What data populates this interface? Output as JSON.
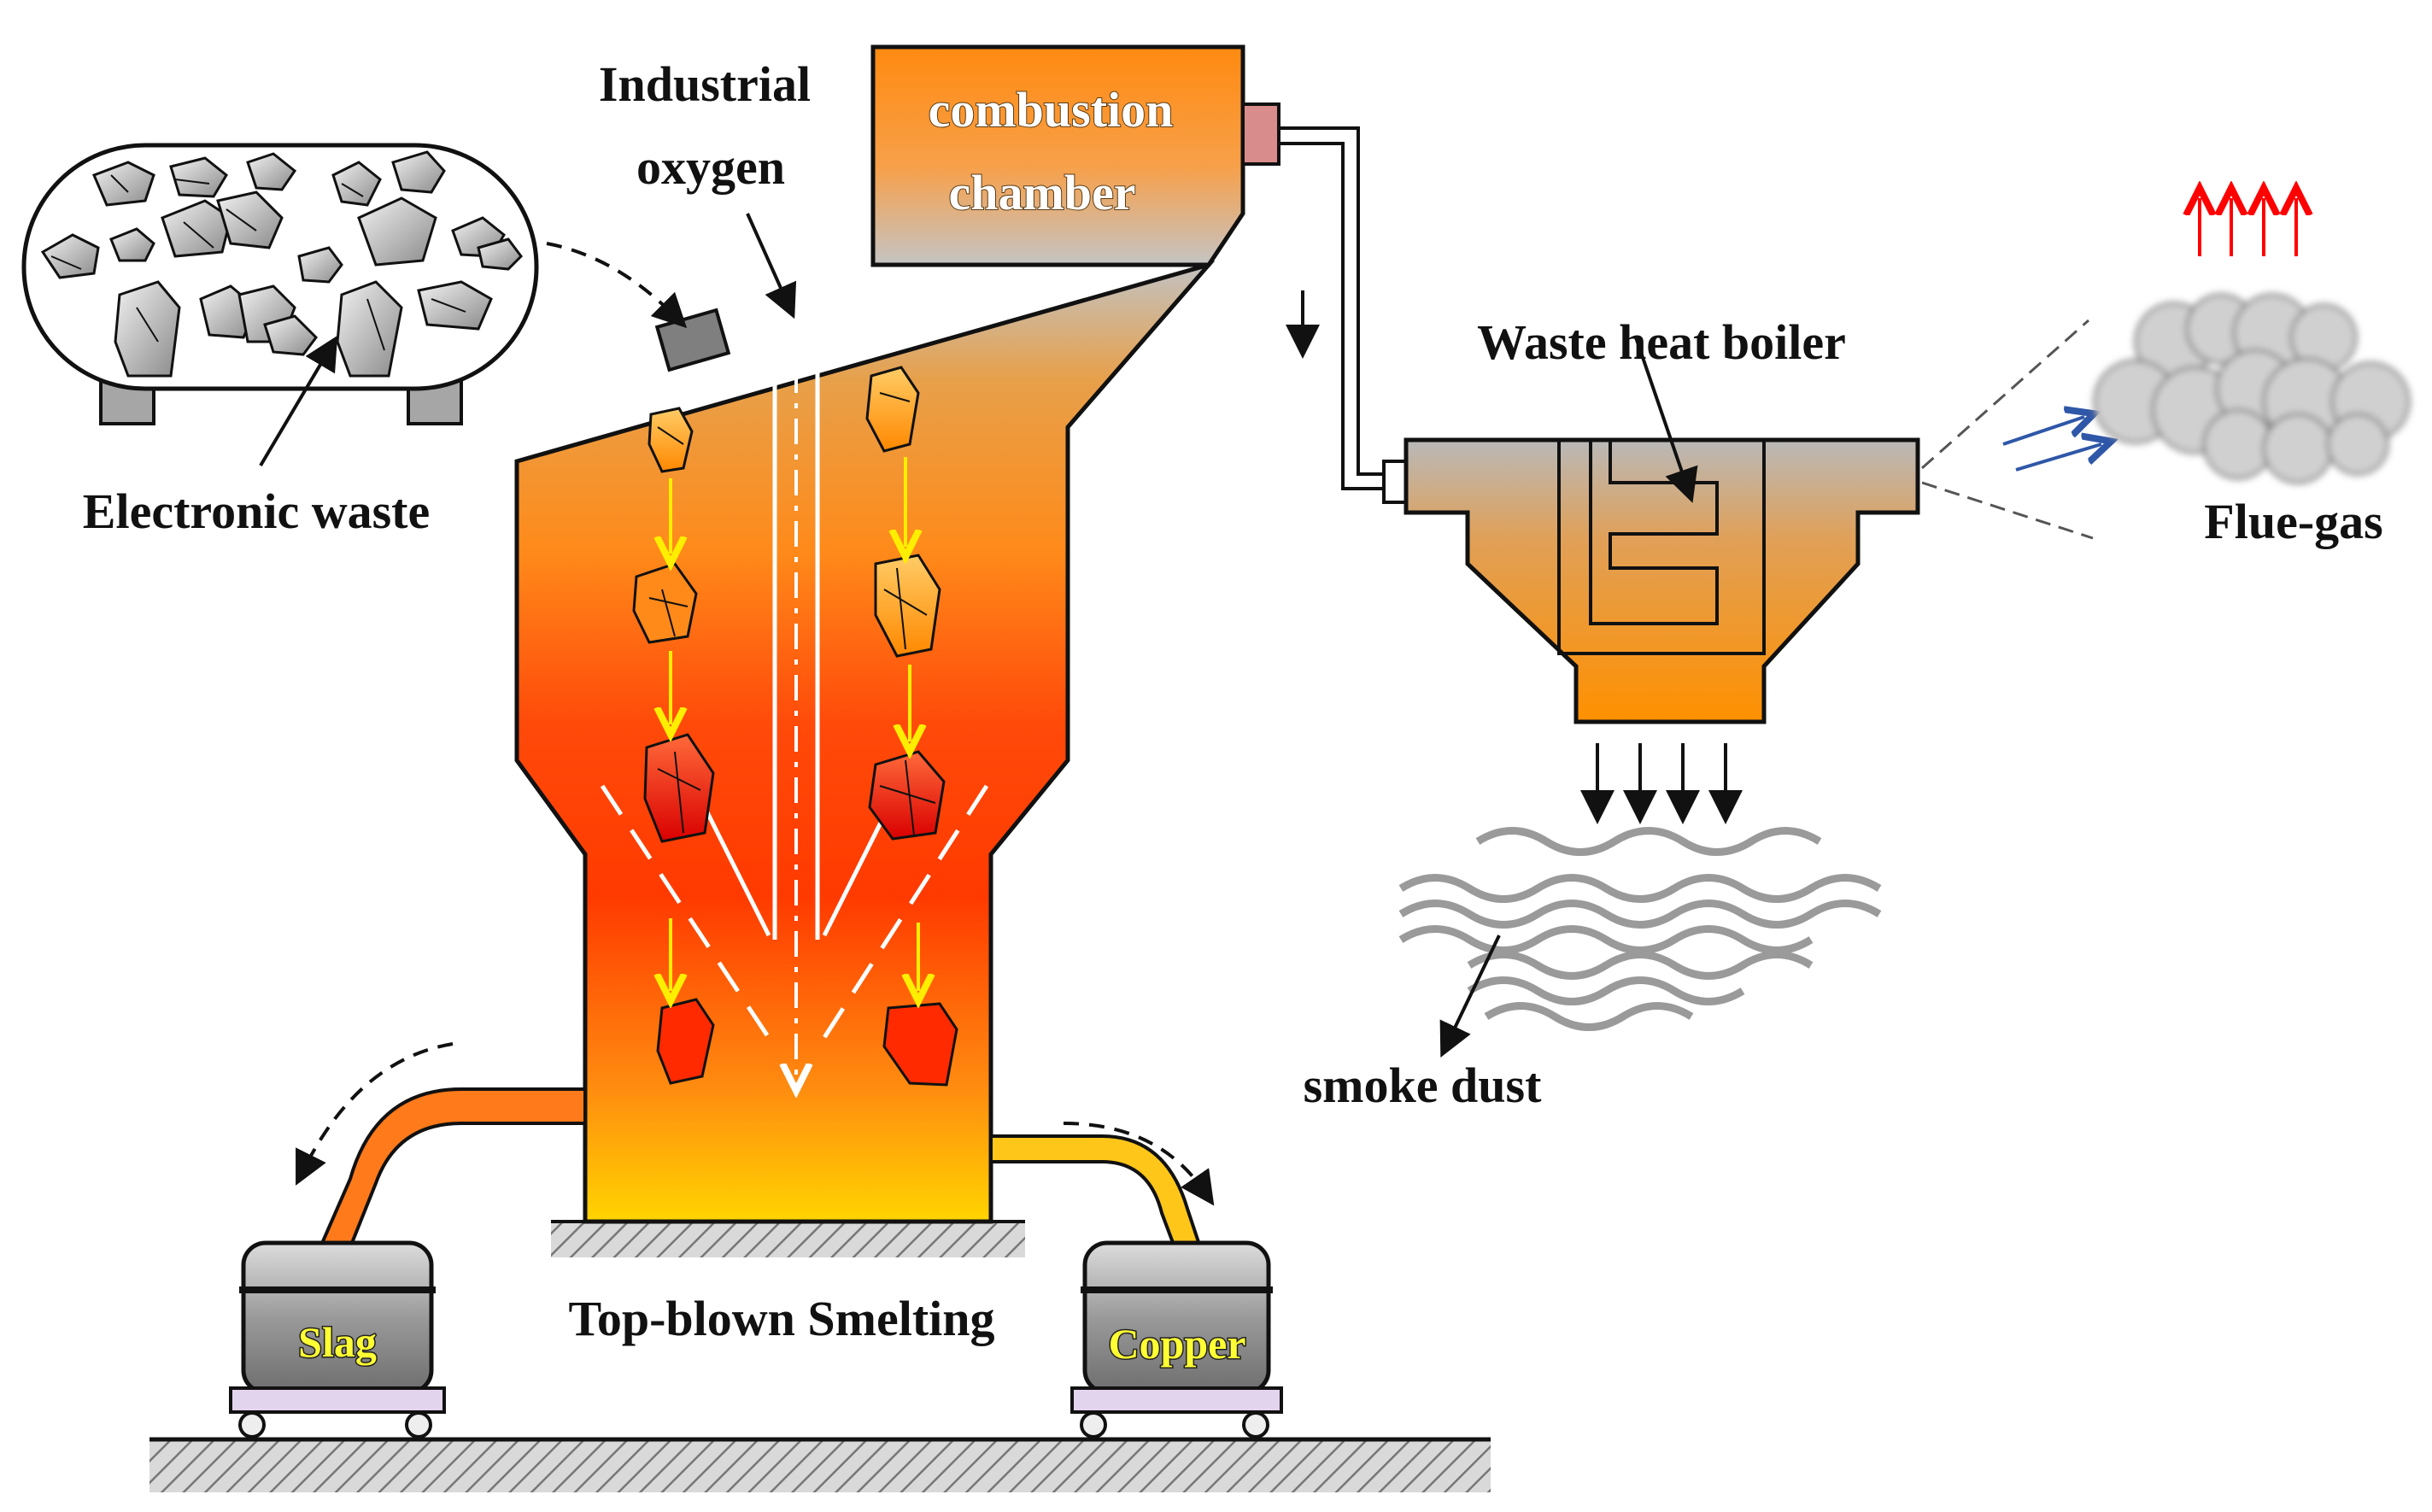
{
  "diagram": {
    "labels": {
      "industrial": "Industrial",
      "oxygen": "oxygen",
      "combustion": "combustion",
      "chamber": "chamber",
      "electronic_waste": "Electronic waste",
      "waste_heat_boiler": "Waste heat boiler",
      "flue_gas": "Flue-gas",
      "smoke_dust": "smoke dust",
      "top_blown_smelting": "Top-blown Smelting",
      "slag": "Slag",
      "copper": "Copper"
    },
    "colors": {
      "furnace_top": "#c0c0c0",
      "furnace_mid": "#ff9900",
      "furnace_hot": "#ff3300",
      "furnace_bottom": "#ffcc00",
      "slag_pipe": "#ff7a1a",
      "copper_pipe": "#ffc61a",
      "flue_arrows": "#ff0000",
      "gas_arrows": "#2f57a8",
      "flow_arrows": "#ffee00",
      "container": "#8a8a8a",
      "hatch": "#777777"
    }
  }
}
